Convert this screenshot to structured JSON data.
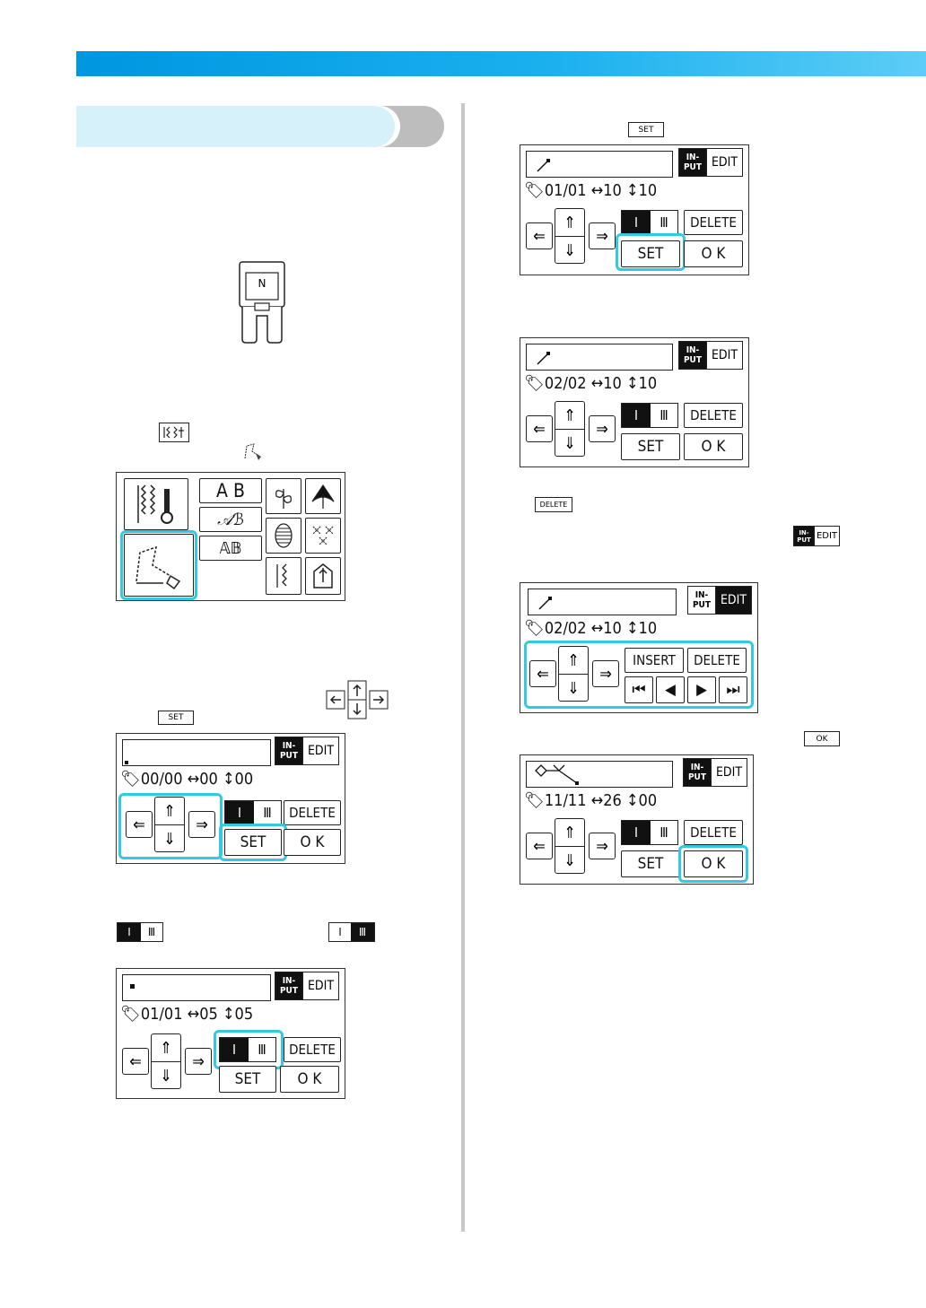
{
  "colors": {
    "header_bar": "#0096e0",
    "highlight": "#36c8e0",
    "section_pill": "#d7f1fb"
  },
  "presser_foot": {
    "letter": "N"
  },
  "inline_buttons": {
    "set": "SET",
    "delete": "DELETE",
    "ok": "OK",
    "input_top": "IN-",
    "input_bottom": "PUT",
    "edit": "EDIT"
  },
  "menu_screen": {
    "tiles": [
      "A B",
      "𝒜ℬ",
      "𝔸𝔹"
    ]
  },
  "screens": [
    {
      "status": "🏷00/00  ↔00 ↕00",
      "mode_top": "IN-",
      "mode_bottom": "PUT",
      "edit": "EDIT",
      "toggle_a": "I",
      "toggle_b": "Ⅲ",
      "delete": "DELETE",
      "set": "SET",
      "ok": "O K"
    },
    {
      "status": "🏷01/01  ↔05 ↕05",
      "mode_top": "IN-",
      "mode_bottom": "PUT",
      "edit": "EDIT",
      "toggle_a": "I",
      "toggle_b": "Ⅲ",
      "delete": "DELETE",
      "set": "SET",
      "ok": "O K"
    },
    {
      "status": "🏷01/01  ↔10 ↕10",
      "mode_top": "IN-",
      "mode_bottom": "PUT",
      "edit": "EDIT",
      "toggle_a": "I",
      "toggle_b": "Ⅲ",
      "delete": "DELETE",
      "set": "SET",
      "ok": "O K"
    },
    {
      "status": "🏷02/02  ↔10 ↕10",
      "mode_top": "IN-",
      "mode_bottom": "PUT",
      "edit": "EDIT",
      "toggle_a": "I",
      "toggle_b": "Ⅲ",
      "delete": "DELETE",
      "set": "SET",
      "ok": "O K"
    },
    {
      "status": "🏷02/02  ↔10 ↕10",
      "mode_top": "IN-",
      "mode_bottom": "PUT",
      "edit": "EDIT",
      "insert": "INSERT",
      "delete": "DELETE"
    },
    {
      "status": "🏷11/11  ↔26 ↕00",
      "mode_top": "IN-",
      "mode_bottom": "PUT",
      "edit": "EDIT",
      "toggle_a": "I",
      "toggle_b": "Ⅲ",
      "delete": "DELETE",
      "set": "SET",
      "ok": "O K"
    }
  ]
}
